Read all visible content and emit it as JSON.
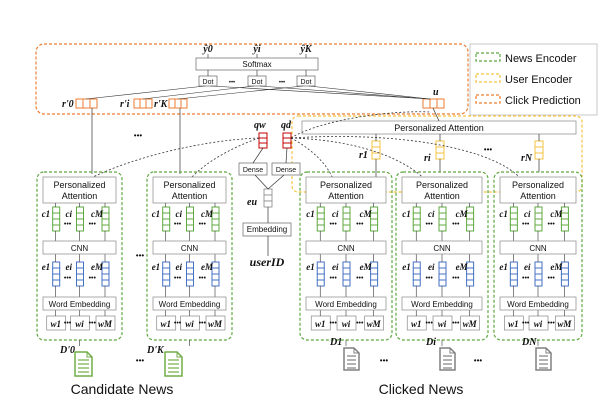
{
  "legend": {
    "news_encoder": "News Encoder",
    "user_encoder": "User Encoder",
    "click_prediction": "Click Prediction"
  },
  "top": {
    "softmax": "Softmax",
    "dot": "Dot",
    "y0": "ŷ0",
    "yi": "ŷi",
    "yk": "ŷK",
    "r0": "r'0",
    "ri": "r'i",
    "rk": "r'K",
    "u": "u",
    "ellipsis": "•••"
  },
  "user_encoder": {
    "personalized_attention": "Personalized Attention",
    "r1": "r1",
    "ri": "ri",
    "rn": "rN"
  },
  "user_id": {
    "qw": "qw",
    "qd": "qd",
    "dense": "Dense",
    "eu": "eu",
    "embedding": "Embedding",
    "user_id": "userID"
  },
  "news_encoder": {
    "personalized_attention_line1": "Personalized",
    "personalized_attention_line2": "Attention",
    "cnn": "CNN",
    "word_embedding": "Word Embedding",
    "c_labels": [
      "c1",
      "ci",
      "cM"
    ],
    "e_labels": [
      "e1",
      "ei",
      "eM"
    ],
    "w_labels": [
      "w1",
      "wi",
      "wM"
    ]
  },
  "documents": {
    "candidate": [
      "D'0",
      "D'K"
    ],
    "clicked": [
      "D1",
      "Di",
      "DN"
    ]
  },
  "captions": {
    "candidate_news": "Candidate News",
    "clicked_news": "Clicked News"
  },
  "colors": {
    "green": "#5fa83f",
    "blue": "#4472c4",
    "orange": "#ed7d31",
    "yellow": "#f5c342",
    "red": "#c00000",
    "doc_green": "#70ad47",
    "doc_gray": "#808080"
  }
}
